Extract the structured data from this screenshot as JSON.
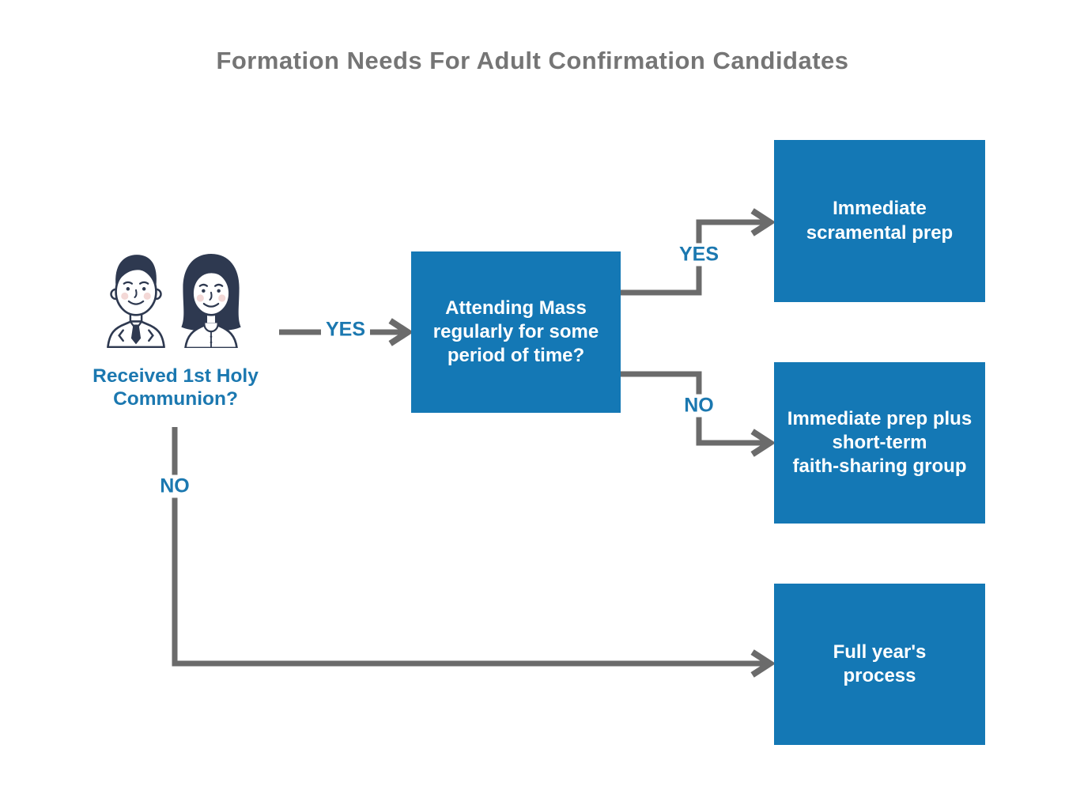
{
  "title": "Formation Needs For Adult Confirmation Candidates",
  "colors": {
    "node_blue": "#1478b5",
    "text_blue": "#1b78b0",
    "connector_gray": "#6b6b6b",
    "title_gray": "#757575"
  },
  "start": {
    "label": "Received 1st Holy\nCommunion?",
    "icon": "man-and-woman-avatars"
  },
  "decision": {
    "text": "Attending Mass\nregularly for some\nperiod of time?"
  },
  "outcomes": [
    {
      "text": "Immediate\nscramental prep"
    },
    {
      "text": "Immediate prep plus\nshort-term\nfaith-sharing group"
    },
    {
      "text": "Full year's\nprocess"
    }
  ],
  "edges": [
    {
      "from": "start",
      "to": "decision",
      "label": "YES"
    },
    {
      "from": "decision",
      "to": "outcome-1",
      "label": "YES"
    },
    {
      "from": "decision",
      "to": "outcome-2",
      "label": "NO"
    },
    {
      "from": "start",
      "to": "outcome-3",
      "label": "NO"
    }
  ]
}
